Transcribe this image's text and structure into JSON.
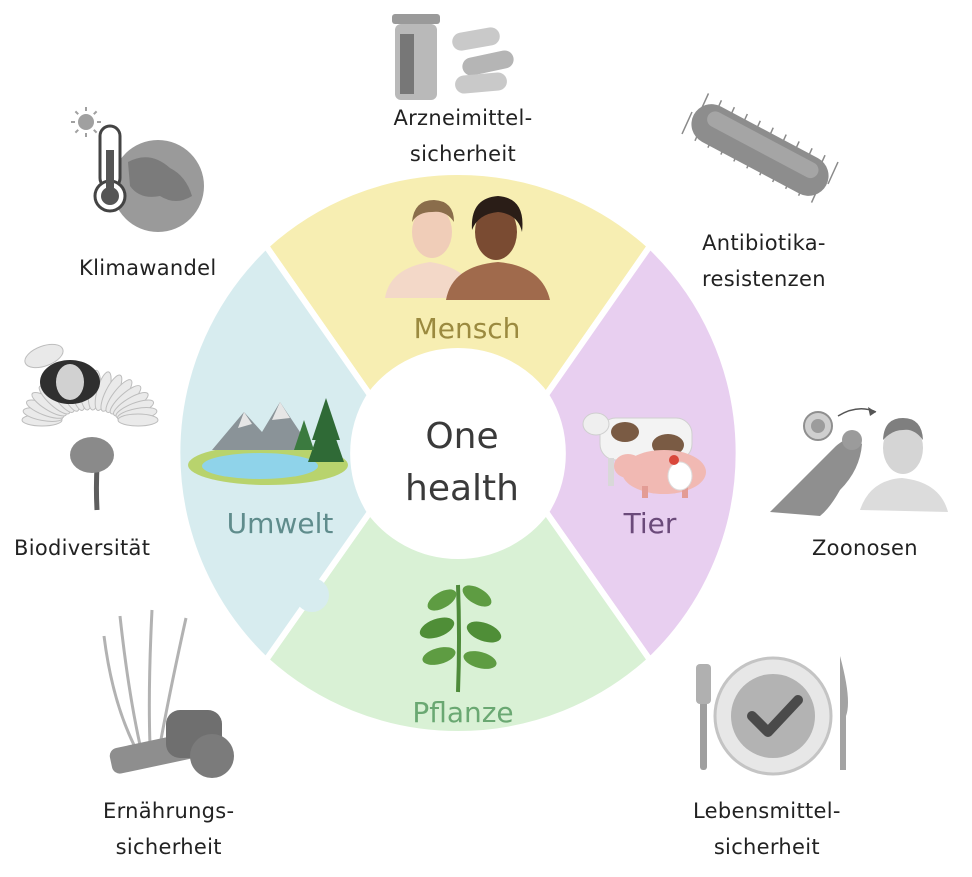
{
  "center": {
    "line1": "One",
    "line2": "health"
  },
  "sectors": {
    "mensch": {
      "label": "Mensch",
      "color": "#f7eeb2",
      "text_color": "#9b8a3f"
    },
    "tier": {
      "label": "Tier",
      "color": "#e8cff0",
      "text_color": "#6b4a7a"
    },
    "pflanze": {
      "label": "Pflanze",
      "color": "#d9f1d5",
      "text_color": "#6aa872"
    },
    "umwelt": {
      "label": "Umwelt",
      "color": "#d7ecef",
      "text_color": "#5f8c8c"
    }
  },
  "topics": {
    "arzneimittel": {
      "line1": "Arzneimittel-",
      "line2": "sicherheit",
      "icon": "medication-icon"
    },
    "antibiotika": {
      "line1": "Antibiotika-",
      "line2": "resistenzen",
      "icon": "bacterium-icon"
    },
    "zoonosen": {
      "line1": "Zoonosen",
      "icon": "zoonosis-icon"
    },
    "lebensmittel": {
      "line1": "Lebensmittel-",
      "line2": "sicherheit",
      "icon": "plate-check-icon"
    },
    "ernaehrung": {
      "line1": "Ernährungs-",
      "line2": "sicherheit",
      "icon": "wheat-bread-icon"
    },
    "biodiversitaet": {
      "line1": "Biodiversität",
      "icon": "bee-flower-icon"
    },
    "klimawandel": {
      "line1": "Klimawandel",
      "icon": "globe-thermometer-icon"
    }
  }
}
